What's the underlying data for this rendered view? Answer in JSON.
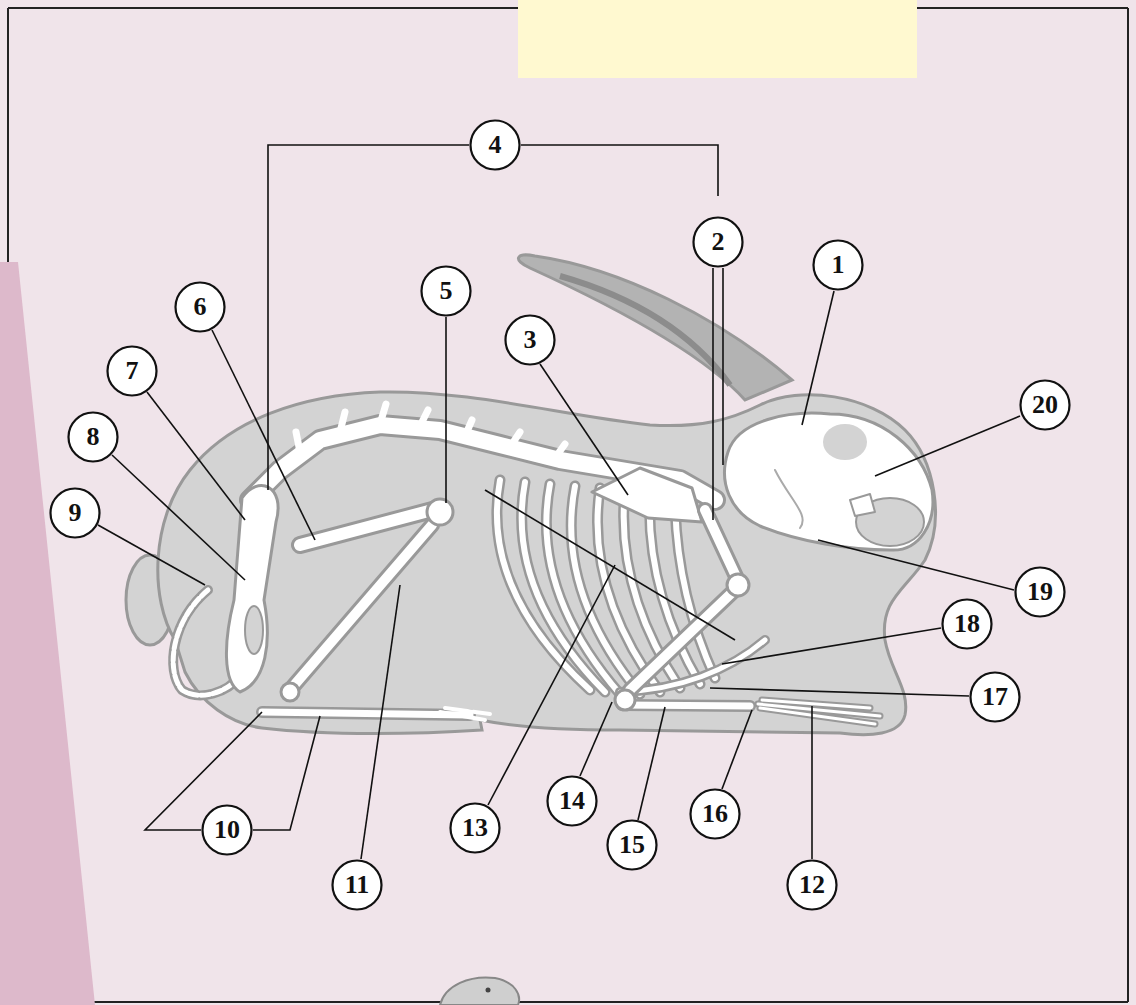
{
  "diagram": {
    "nodes": [
      {
        "text": [
          "4"
        ]
      },
      {
        "text": [
          "2"
        ]
      },
      {
        "text": [
          "1"
        ]
      },
      {
        "text": [
          "5"
        ]
      },
      {
        "text": [
          "6"
        ]
      },
      {
        "text": [
          "3"
        ]
      },
      {
        "text": [
          "7"
        ]
      },
      {
        "text": [
          "20"
        ]
      },
      {
        "text": [
          "8"
        ]
      },
      {
        "text": [
          "9"
        ]
      },
      {
        "text": [
          "19"
        ]
      },
      {
        "text": [
          "18"
        ]
      },
      {
        "text": [
          "17"
        ]
      },
      {
        "text": [
          "14"
        ]
      },
      {
        "text": [
          "16"
        ]
      },
      {
        "text": [
          "13"
        ]
      },
      {
        "text": [
          "10"
        ]
      },
      {
        "text": [
          "15"
        ]
      },
      {
        "text": [
          "11"
        ]
      },
      {
        "text": [
          "12"
        ]
      }
    ]
  }
}
